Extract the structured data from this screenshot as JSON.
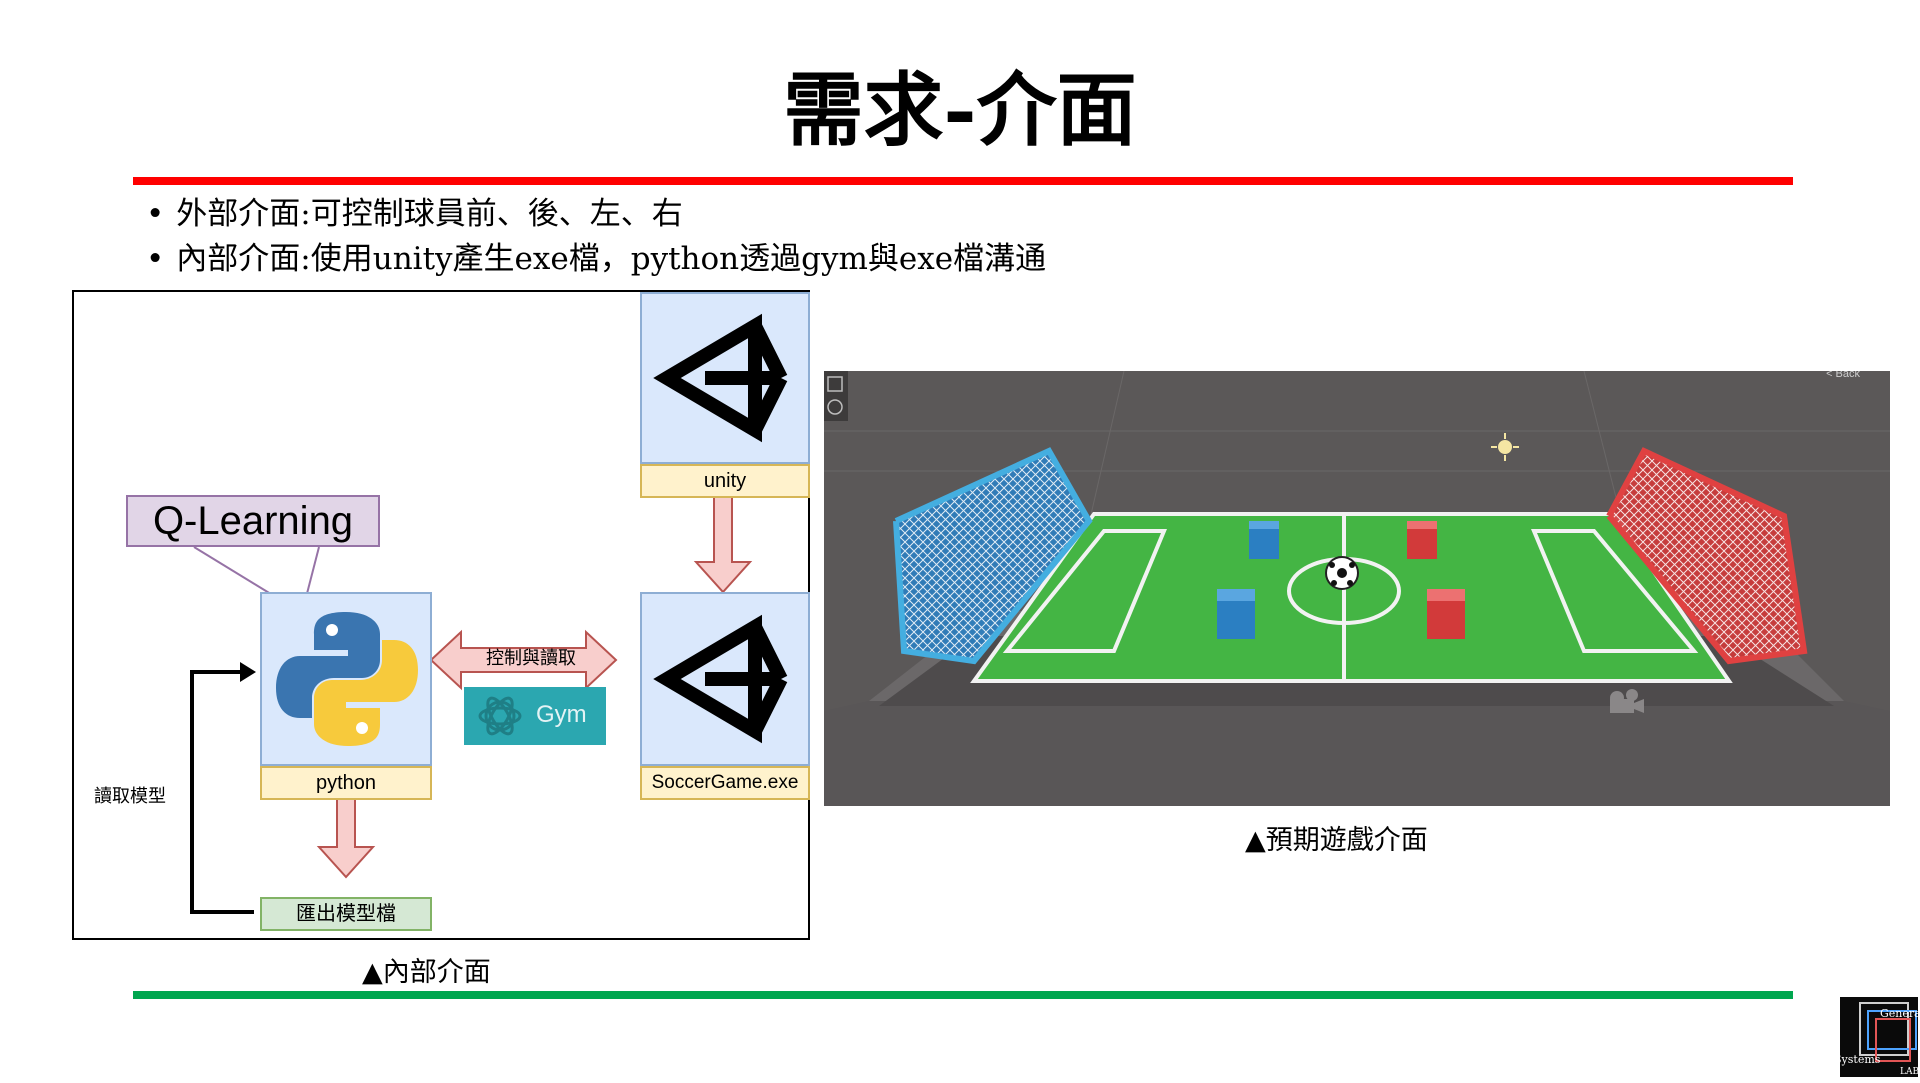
{
  "slide": {
    "title": "需求-介面",
    "bullets": [
      "外部介面:可控制球員前、後、左、右",
      "內部介面:使用unity產生exe檔，python透過gym與exe檔溝通"
    ]
  },
  "diagram": {
    "q_learning": "Q-Learning",
    "unity_label": "unity",
    "python_label": "python",
    "soccer_label": "SoccerGame.exe",
    "control_read": "控制與讀取",
    "gym": "Gym",
    "read_model": "讀取模型",
    "export_model": "匯出模型檔",
    "caption": "▲內部介面"
  },
  "game": {
    "back_label": "< Back",
    "caption": "▲預期遊戲介面",
    "colors": {
      "field": "#44b544",
      "blue_team": "#2b7fc2",
      "red_team": "#d23a3a",
      "floor": "#5b5858"
    }
  },
  "logo": {
    "lines": [
      "General",
      "Systems",
      "LAB"
    ]
  }
}
